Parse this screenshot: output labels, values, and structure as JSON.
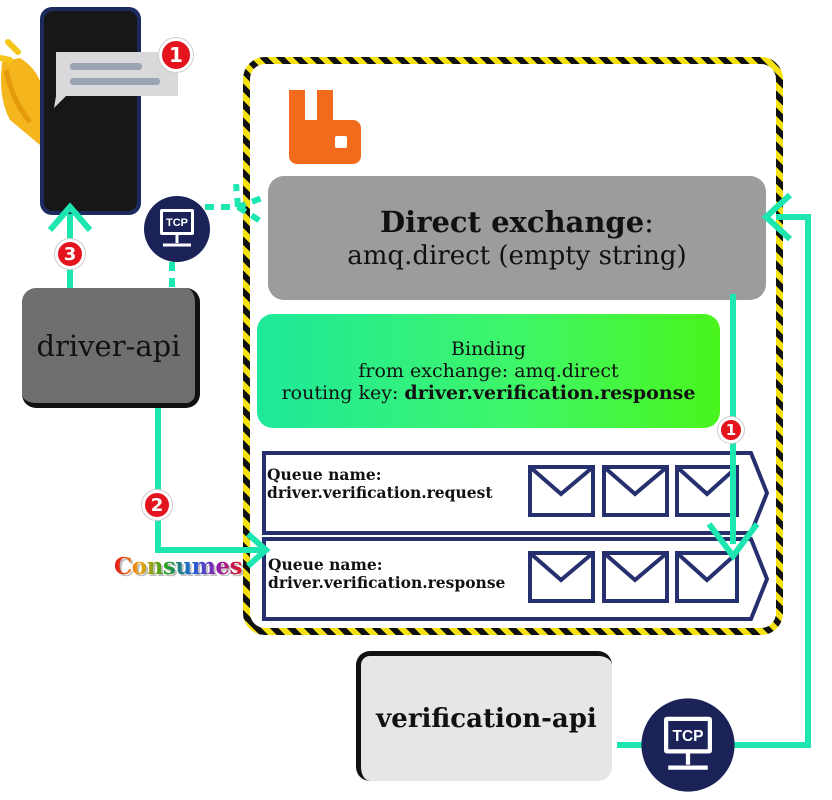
{
  "exchange": {
    "title_bold": "Direct exchange",
    "title_rest": ":",
    "subtitle": "amq.direct (empty string)"
  },
  "binding": {
    "line1": "Binding",
    "line2": "from exchange: amq.direct",
    "line3_prefix": "routing key: ",
    "line3_key": "driver.verification.response"
  },
  "queues": [
    {
      "label": "Queue name:",
      "name": "driver.verification.request"
    },
    {
      "label": "Queue name:",
      "name": "driver.verification.response"
    }
  ],
  "services": {
    "driver_api": "driver-api",
    "verification_api": "verification-api"
  },
  "consumes_label": "Consumes",
  "steps": {
    "one": "1",
    "two": "2",
    "three": "3",
    "phone_notification": "1"
  },
  "tcp_label": "TCP",
  "icons": {
    "broker_logo": "rabbitmq-logo-icon",
    "phone": "smartphone-icon",
    "bell": "notification-bell-icon",
    "tcp": "tcp-network-icon",
    "message": "envelope-icon"
  },
  "colors": {
    "accent_line": "#1ee6b0",
    "rabbit_orange": "#f26b1d",
    "exchange_bg": "#9c9c9c",
    "queue_outline": "#27306f",
    "badge_red": "#e3141d",
    "tcp_navy": "#1a2258",
    "hazard_yellow": "#f4e10f"
  }
}
